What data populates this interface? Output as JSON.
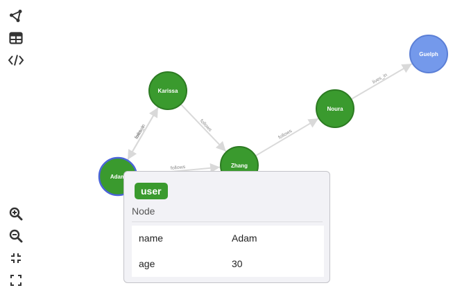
{
  "toolbar": {
    "top": [
      {
        "name": "graph-view-button",
        "icon": "graph-icon"
      },
      {
        "name": "table-view-button",
        "icon": "table-icon"
      },
      {
        "name": "code-view-button",
        "icon": "code-icon"
      }
    ],
    "bottom": [
      {
        "name": "zoom-in-button",
        "icon": "zoom-in-icon"
      },
      {
        "name": "zoom-out-button",
        "icon": "zoom-out-icon"
      },
      {
        "name": "fit-screen-button",
        "icon": "fit-icon"
      },
      {
        "name": "fullscreen-button",
        "icon": "fullscreen-icon"
      }
    ]
  },
  "graph": {
    "nodes": [
      {
        "id": "adam",
        "label": "Adam",
        "color": "#3a9a2e",
        "selected": true
      },
      {
        "id": "karissa",
        "label": "Karissa",
        "color": "#3a9a2e"
      },
      {
        "id": "zhang",
        "label": "Zhang",
        "color": "#3a9a2e"
      },
      {
        "id": "noura",
        "label": "Noura",
        "color": "#3a9a2e"
      },
      {
        "id": "guelph",
        "label": "Guelph",
        "color": "#7499eb"
      }
    ],
    "edges": [
      {
        "from": "adam",
        "to": "karissa",
        "label": "follows"
      },
      {
        "from": "karissa",
        "to": "zhang",
        "label": "follows"
      },
      {
        "from": "karissa",
        "to": "adam",
        "label": "lives_in"
      },
      {
        "from": "adam",
        "to": "zhang",
        "label": "follows"
      },
      {
        "from": "zhang",
        "to": "noura",
        "label": "follows"
      },
      {
        "from": "noura",
        "to": "guelph",
        "label": "lives_in"
      }
    ],
    "colors": {
      "user": "#3a9a2e",
      "city": "#7499eb",
      "edge": "#d9d9d9",
      "selected_stroke": "#4a64d8"
    }
  },
  "tooltip": {
    "badge": "user",
    "kind": "Node",
    "properties": [
      {
        "key": "name",
        "value": "Adam"
      },
      {
        "key": "age",
        "value": "30"
      }
    ]
  }
}
